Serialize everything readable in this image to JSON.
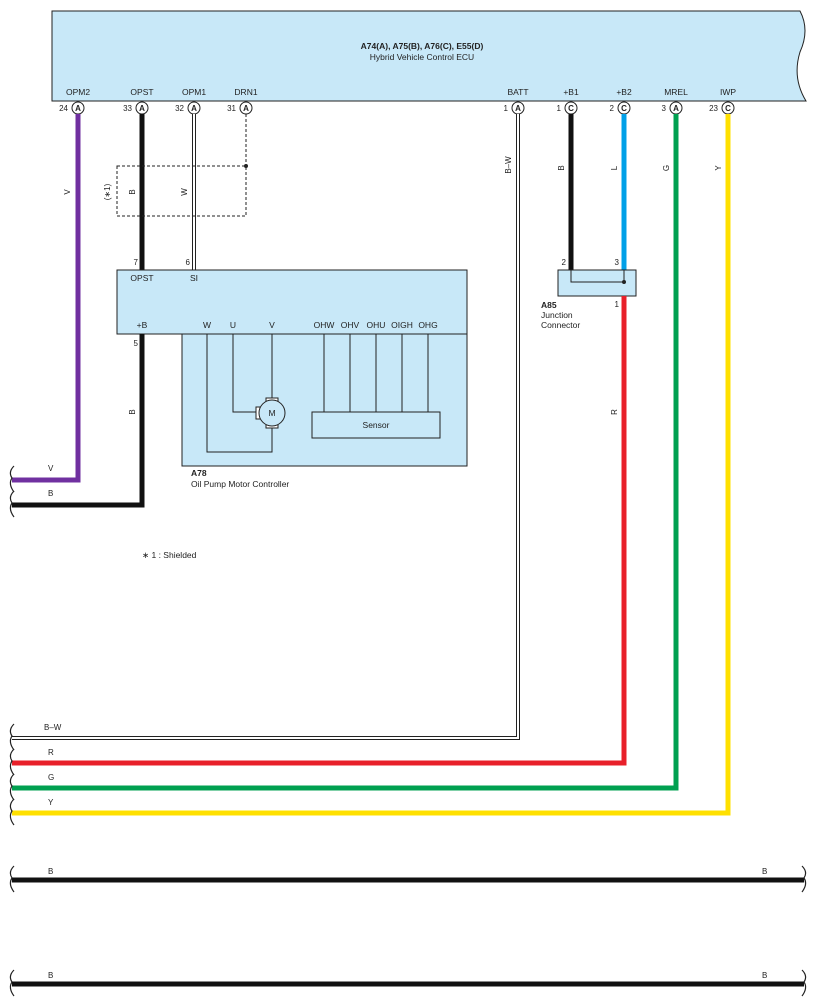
{
  "ecu": {
    "title": "A74(A), A75(B), A76(C), E55(D)",
    "subtitle": "Hybrid Vehicle Control ECU",
    "terminals": [
      {
        "name": "OPM2",
        "pin": "24",
        "conn": "A"
      },
      {
        "name": "OPST",
        "pin": "33",
        "conn": "A"
      },
      {
        "name": "OPM1",
        "pin": "32",
        "conn": "A"
      },
      {
        "name": "DRN1",
        "pin": "31",
        "conn": "A"
      },
      {
        "name": "BATT",
        "pin": "1",
        "conn": "A"
      },
      {
        "name": "+B1",
        "pin": "1",
        "conn": "C"
      },
      {
        "name": "+B2",
        "pin": "2",
        "conn": "C"
      },
      {
        "name": "MREL",
        "pin": "3",
        "conn": "A"
      },
      {
        "name": "IWP",
        "pin": "23",
        "conn": "C"
      }
    ]
  },
  "shield": {
    "label": "(∗1)",
    "note": "∗ 1 : Shielded"
  },
  "oil_pump": {
    "id": "A78",
    "name": "Oil Pump Motor Controller",
    "pins": {
      "opst_num": "7",
      "opst": "OPST",
      "si_num": "6",
      "si": "SI",
      "b_num": "5",
      "b": "+B"
    },
    "phases": [
      "W",
      "U",
      "V"
    ],
    "sensor_terms": [
      "OHW",
      "OHV",
      "OHU",
      "OIGH",
      "OHG"
    ],
    "motor": "M",
    "sensor": "Sensor"
  },
  "junction": {
    "id": "A85",
    "name_line1": "Junction",
    "name_line2": "Connector",
    "pin_left": "2",
    "pin_right": "3",
    "pin_bottom": "1"
  },
  "wires": {
    "opm2": "V",
    "opst": "B",
    "opm1": "W",
    "batt": "B–W",
    "b1": "B",
    "b2": "L",
    "mrel": "G",
    "iwp": "Y",
    "pump_b": "B",
    "a85_out": "R",
    "bus": [
      "V",
      "B",
      "B–W",
      "R",
      "G",
      "Y"
    ],
    "bottom_left": [
      "B",
      "B"
    ],
    "bottom_right": [
      "B",
      "B"
    ]
  },
  "colors": {
    "ecu_fill": "#c8e8f8",
    "violet": "#7030a0",
    "black": "#111111",
    "blue": "#00a0e8",
    "green": "#00a050",
    "yellow": "#ffe000",
    "red": "#e8202a"
  }
}
